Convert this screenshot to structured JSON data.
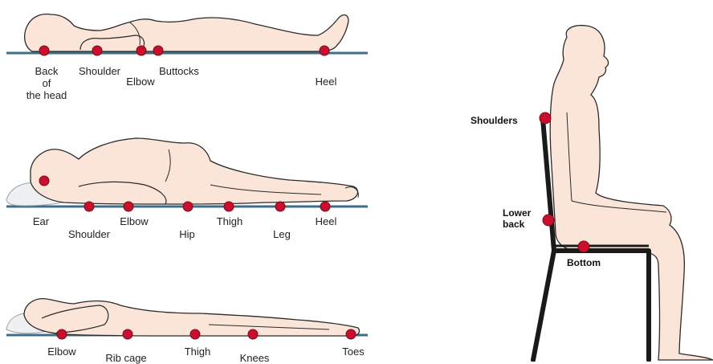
{
  "colors": {
    "skin": "#fbe4d8",
    "outline": "#2b2b2b",
    "mattress": "#3d6f86",
    "marker_fill": "#c8102e",
    "marker_stroke": "#7a0a18",
    "pillow": "#eef0f2",
    "chair": "#1a1a1a"
  },
  "supine": {
    "labels": {
      "back_of_head": "Back\nof\nthe head",
      "shoulder": "Shoulder",
      "elbow": "Elbow",
      "buttocks": "Buttocks",
      "heel": "Heel"
    }
  },
  "side_lying": {
    "labels": {
      "ear": "Ear",
      "shoulder": "Shoulder",
      "elbow": "Elbow",
      "hip": "Hip",
      "thigh": "Thigh",
      "leg": "Leg",
      "heel": "Heel"
    }
  },
  "prone": {
    "labels": {
      "elbow": "Elbow",
      "rib_cage": "Rib cage",
      "thigh": "Thigh",
      "knees": "Knees",
      "toes": "Toes"
    }
  },
  "seated": {
    "labels": {
      "shoulders": "Shoulders",
      "lower_back": "Lower\nback",
      "bottom": "Bottom"
    }
  }
}
